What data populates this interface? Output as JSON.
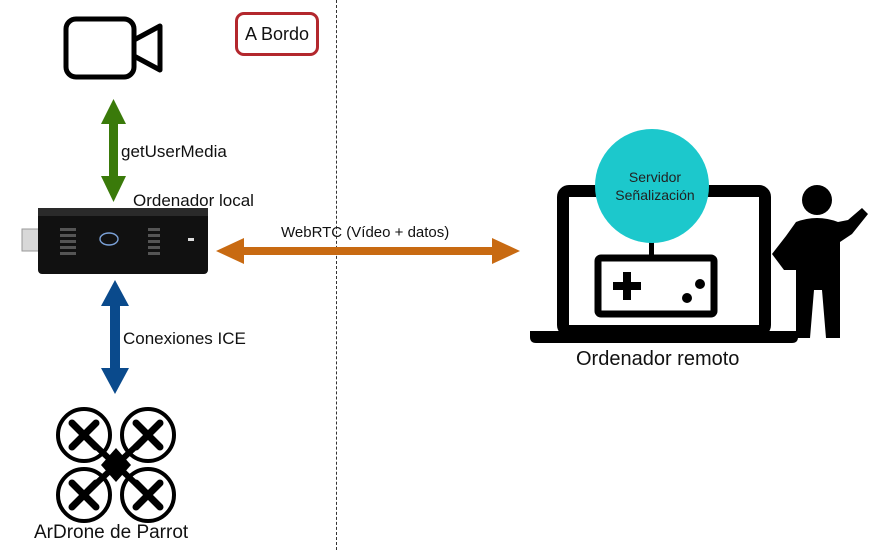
{
  "badge": {
    "label": "A Bordo"
  },
  "labels": {
    "get_user_media": "getUserMedia",
    "local_computer": "Ordenador local",
    "webrtc": "WebRTC (Vídeo + datos)",
    "ice": "Conexiones ICE",
    "drone": "ArDrone de Parrot",
    "remote_computer": "Ordenador remoto"
  },
  "server": {
    "line1": "Servidor",
    "line2": "Señalización"
  },
  "colors": {
    "green_arrow": "#3a7a0a",
    "blue_arrow": "#0a4a8c",
    "orange_arrow": "#c86a12",
    "server_fill": "#1cc8cc",
    "badge_border": "#b3272d"
  },
  "icons": [
    "video-camera-icon",
    "intel-compute-stick-icon",
    "drone-icon",
    "laptop-icon",
    "gamepad-icon",
    "person-icon"
  ]
}
